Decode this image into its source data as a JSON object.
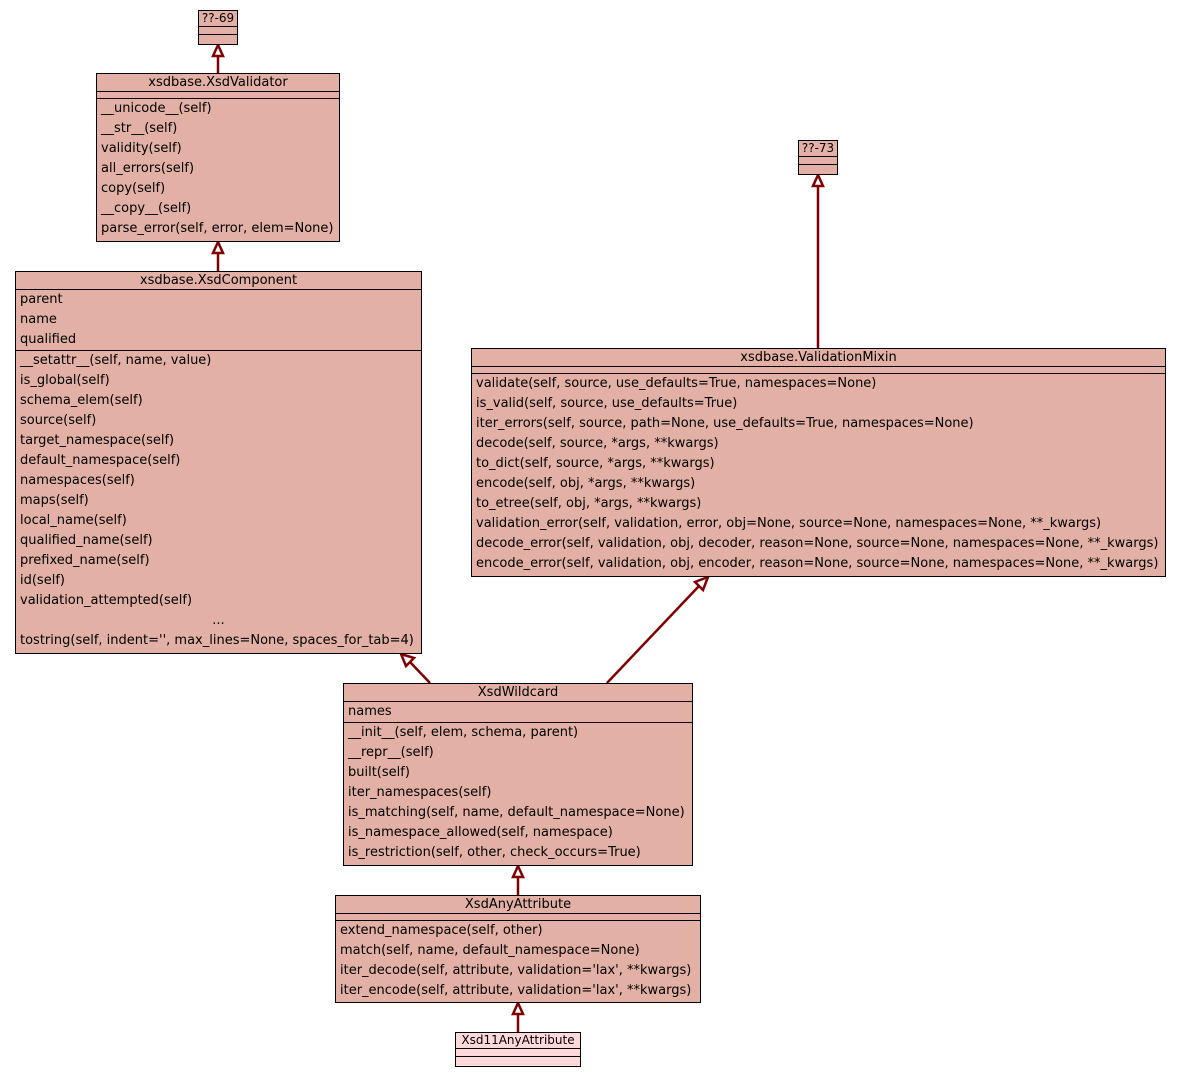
{
  "colors": {
    "box_fill": "#e2b0a4",
    "leaf_fill": "#ffd9d9",
    "edge": "#800000",
    "border": "#000000"
  },
  "classes": {
    "q69": {
      "name": "??-69",
      "attributes": [],
      "methods": []
    },
    "q73": {
      "name": "??-73",
      "attributes": [],
      "methods": []
    },
    "xsd_validator": {
      "name": "xsdbase.XsdValidator",
      "attributes": [],
      "methods": [
        "__unicode__(self)",
        "__str__(self)",
        "validity(self)",
        "all_errors(self)",
        "copy(self)",
        "__copy__(self)",
        "parse_error(self, error, elem=None)"
      ]
    },
    "xsd_component": {
      "name": "xsdbase.XsdComponent",
      "attributes": [
        "parent",
        "name",
        "qualified"
      ],
      "methods": [
        "__setattr__(self, name, value)",
        "is_global(self)",
        "schema_elem(self)",
        "source(self)",
        "target_namespace(self)",
        "default_namespace(self)",
        "namespaces(self)",
        "maps(self)",
        "local_name(self)",
        "qualified_name(self)",
        "prefixed_name(self)",
        "id(self)",
        "validation_attempted(self)",
        "...",
        "tostring(self, indent='', max_lines=None, spaces_for_tab=4)"
      ]
    },
    "validation_mixin": {
      "name": "xsdbase.ValidationMixin",
      "attributes": [],
      "methods": [
        "validate(self, source, use_defaults=True, namespaces=None)",
        "is_valid(self, source, use_defaults=True)",
        "iter_errors(self, source, path=None, use_defaults=True, namespaces=None)",
        "decode(self, source, *args, **kwargs)",
        "to_dict(self, source, *args, **kwargs)",
        "encode(self, obj, *args, **kwargs)",
        "to_etree(self, obj, *args, **kwargs)",
        "validation_error(self, validation, error, obj=None, source=None, namespaces=None, **_kwargs)",
        "decode_error(self, validation, obj, decoder, reason=None, source=None, namespaces=None, **_kwargs)",
        "encode_error(self, validation, obj, encoder, reason=None, source=None, namespaces=None, **_kwargs)"
      ]
    },
    "xsd_wildcard": {
      "name": "XsdWildcard",
      "attributes": [
        "names"
      ],
      "methods": [
        "__init__(self, elem, schema, parent)",
        "__repr__(self)",
        "built(self)",
        "iter_namespaces(self)",
        "is_matching(self, name, default_namespace=None)",
        "is_namespace_allowed(self, namespace)",
        "is_restriction(self, other, check_occurs=True)"
      ]
    },
    "xsd_any_attribute": {
      "name": "XsdAnyAttribute",
      "attributes": [],
      "methods": [
        "extend_namespace(self, other)",
        "match(self, name, default_namespace=None)",
        "iter_decode(self, attribute, validation='lax', **kwargs)",
        "iter_encode(self, attribute, validation='lax', **kwargs)"
      ]
    },
    "xsd11_any_attribute": {
      "name": "Xsd11AnyAttribute",
      "attributes": [],
      "methods": []
    }
  },
  "inheritance": [
    {
      "child": "xsd_validator",
      "parent": "q69"
    },
    {
      "child": "xsd_component",
      "parent": "xsd_validator"
    },
    {
      "child": "validation_mixin",
      "parent": "q73"
    },
    {
      "child": "xsd_wildcard",
      "parent": "xsd_component"
    },
    {
      "child": "xsd_wildcard",
      "parent": "validation_mixin"
    },
    {
      "child": "xsd_any_attribute",
      "parent": "xsd_wildcard"
    },
    {
      "child": "xsd11_any_attribute",
      "parent": "xsd_any_attribute"
    }
  ]
}
